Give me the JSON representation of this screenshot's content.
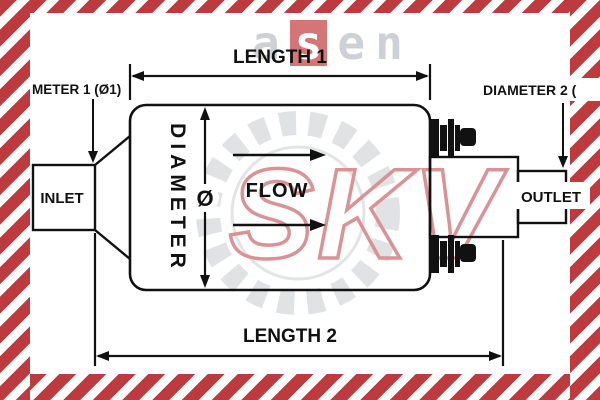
{
  "watermark": {
    "top_letters": [
      "a",
      "s",
      "e",
      "n"
    ],
    "center_text": "SKV"
  },
  "labels": {
    "length1": "LENGTH 1",
    "length2": "LENGTH 2",
    "diameter_vertical": "DIAMETER",
    "diameter_symbol": "Ø",
    "flow": "FLOW",
    "inlet": "INLET",
    "outlet": "OUTLET",
    "diameter1_partial": "METER 1 (Ø1)",
    "diameter2_partial": "DIAMETER 2 ("
  },
  "colors": {
    "stripe_red": "#bd3a3f",
    "line_black": "#111111",
    "watermark_red": "#c9666c",
    "watermark_gray": "#d3d6da"
  }
}
